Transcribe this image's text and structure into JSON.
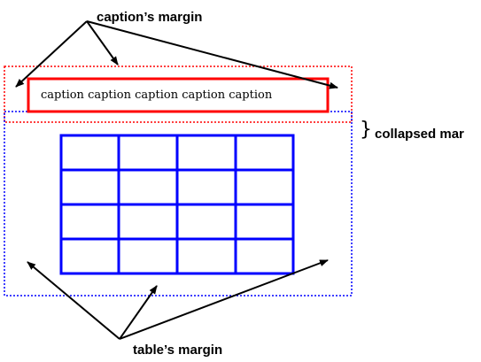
{
  "labels": {
    "caption_margin": "caption’s margin",
    "collapsed_margin": "collapsed mar",
    "table_margin": "table’s margin",
    "brace": "}"
  },
  "caption": {
    "text": "caption caption caption caption caption"
  },
  "table": {
    "rows": 4,
    "columns": 4
  },
  "colors": {
    "caption_margin_box": "#ff0000",
    "caption_box": "#ff0000",
    "table_margin_box": "#0000ff",
    "table_grid": "#0000ff",
    "arrows": "#000000"
  }
}
